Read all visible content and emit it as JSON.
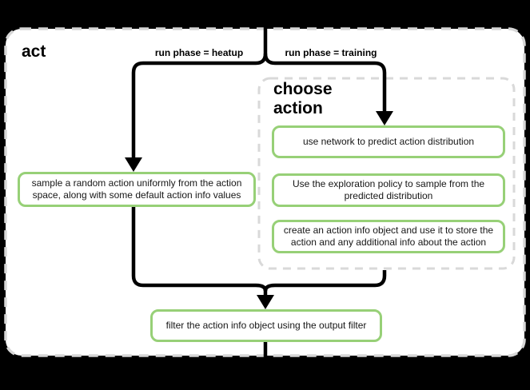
{
  "colors": {
    "background": "#000000",
    "canvas_fill": "#ffffff",
    "node_border_green": "#97d077",
    "dashed_border_gray": "#d6d6d6",
    "edge_line_black": "#000000"
  },
  "flowchart": {
    "title": "act",
    "branch_heatup": {
      "label": "run phase = heatup",
      "node_sample_random": "sample a random action uniformly from the action space, along with some default action info values"
    },
    "branch_training": {
      "label": "run phase = training",
      "group_choose_action": {
        "title": "choose action",
        "step_predict": "use network to predict action distribution",
        "step_sample": "Use the exploration policy to sample from the predicted distribution",
        "step_create_info": "create an action info object and use it to store the action and any additional info about the action"
      }
    },
    "node_filter": "filter the action info object using the output filter"
  }
}
